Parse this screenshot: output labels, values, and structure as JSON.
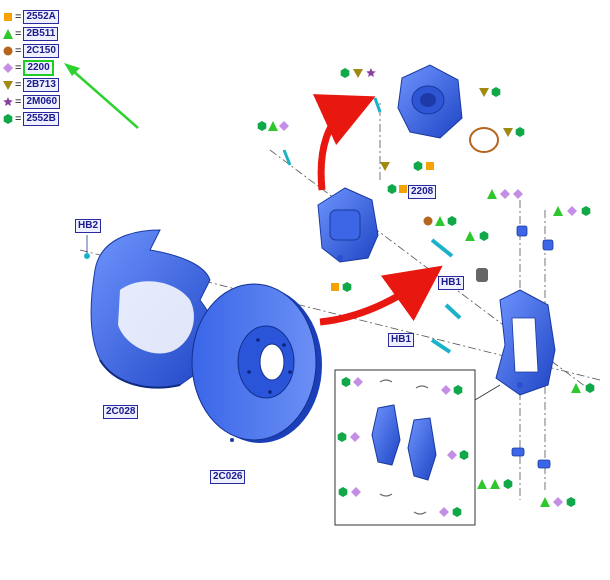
{
  "legend": [
    {
      "symbol": "square",
      "color": "#f5a300",
      "code": "2552A",
      "highlighted": false
    },
    {
      "symbol": "triangle",
      "color": "#2ec82e",
      "code": "2B511",
      "highlighted": false
    },
    {
      "symbol": "circle",
      "color": "#b5651d",
      "code": "2C150",
      "highlighted": false
    },
    {
      "symbol": "diamond",
      "color": "#c48ee6",
      "code": "2200",
      "highlighted": true
    },
    {
      "symbol": "triangle-down",
      "color": "#a08a10",
      "code": "2B713",
      "highlighted": false
    },
    {
      "symbol": "star",
      "color": "#8a3fa0",
      "code": "2M060",
      "highlighted": false
    },
    {
      "symbol": "hexagon",
      "color": "#11a84a",
      "code": "2552B",
      "highlighted": false
    }
  ],
  "equals_sign": "=",
  "callouts": {
    "hb2": "HB2",
    "hb1_top": "HB1",
    "hb1_bottom": "HB1",
    "part_2208": "2208",
    "part_2c028": "2C028",
    "part_2c026": "2C026"
  },
  "colors": {
    "part_blue": "#2f5fe0",
    "part_dark": "#1a3aa0",
    "arrow_red": "#e8170f",
    "pointer_green": "#2ed12e",
    "label_text": "#1a1a8c",
    "label_bg": "#eef0ff"
  },
  "icons": {
    "legend_pointer": "green-arrow-icon",
    "assembly_arrows": "red-curved-arrow-icon"
  }
}
